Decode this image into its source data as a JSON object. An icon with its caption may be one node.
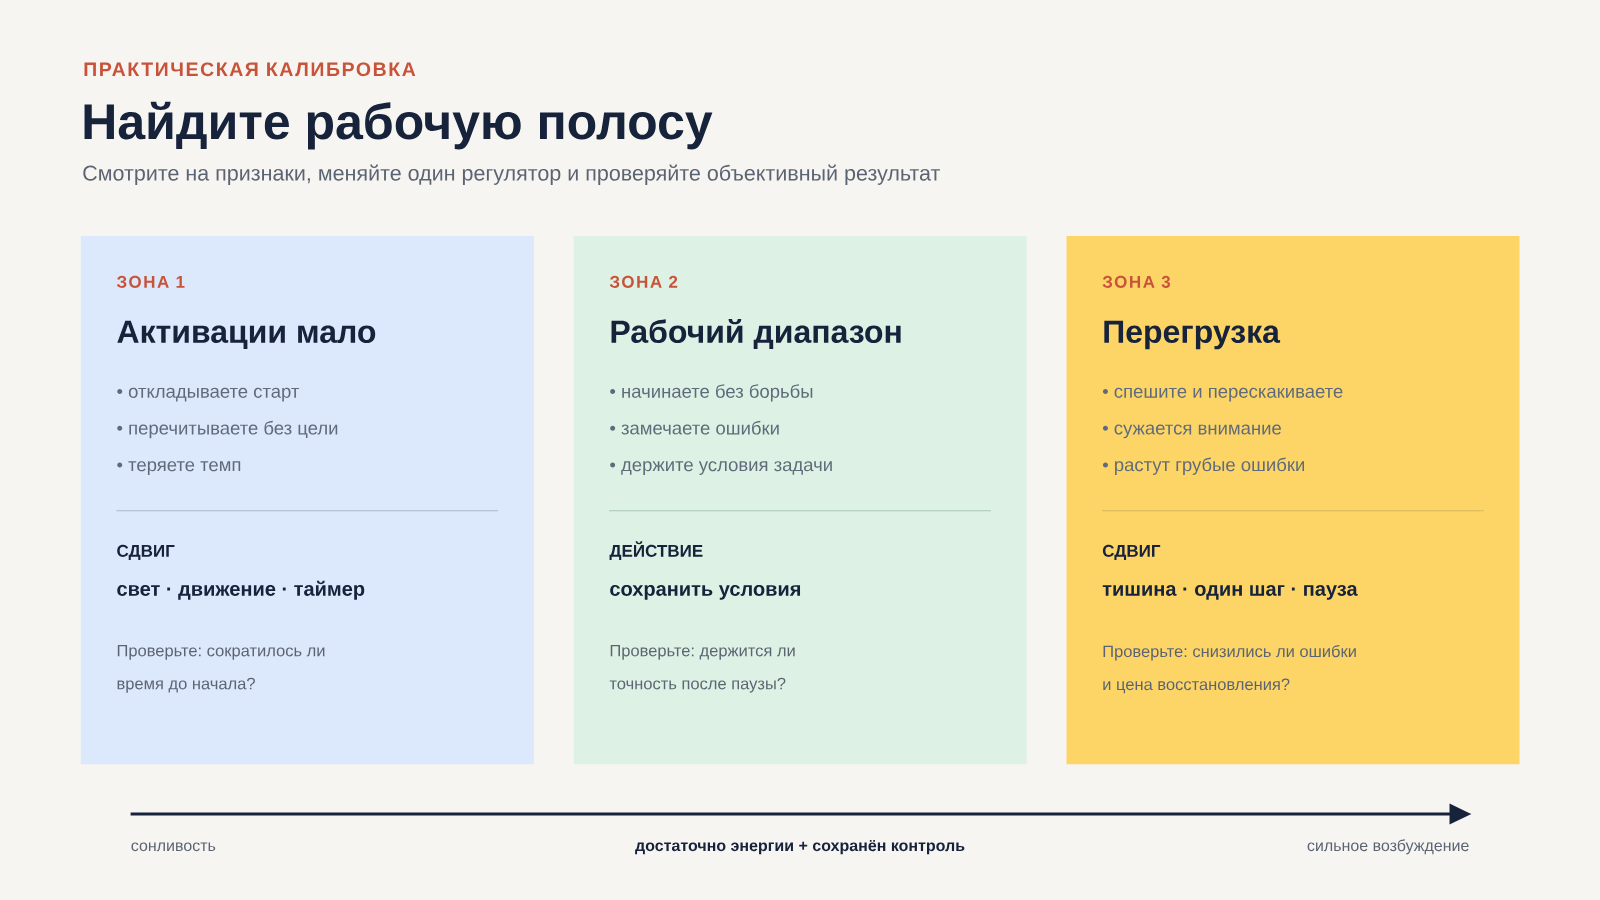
{
  "diagram": {
    "title": "Найдите рабочую полосу",
    "nodes": [
      {
        "text": [
          "ЗОНА 1",
          "Активации мало",
          "• откладываете старт",
          "• перечитываете без цели",
          "• теряете темп",
          "СДВИГ",
          "свет · движение · таймер",
          "Проверьте: сократилось ли время до начала?"
        ]
      },
      {
        "text": [
          "ЗОНА 2",
          "Рабочий диапазон",
          "• начинаете без борьбы",
          "• замечаете ошибки",
          "• держите условия задачи",
          "ДЕЙСТВИЕ",
          "сохранить условия",
          "Проверьте: держится ли точность после паузы?"
        ]
      },
      {
        "text": [
          "ЗОНА 3",
          "Перегрузка",
          "• спешите и перескакиваете",
          "• сужается внимание",
          "• растут грубые ошибки",
          "СДВИГ",
          "тишина · один шаг · пауза",
          "Проверьте: снизились ли ошибки и цена восстановления?"
        ]
      }
    ],
    "labels": [
      "ПРАКТИЧЕСКАЯ КАЛИБРОВКА",
      "Смотрите на признаки, меняйте один регулятор и проверяйте объективный результат",
      "сонливость",
      "достаточно энергии + сохранён контроль",
      "сильное возбуждение"
    ]
  }
}
